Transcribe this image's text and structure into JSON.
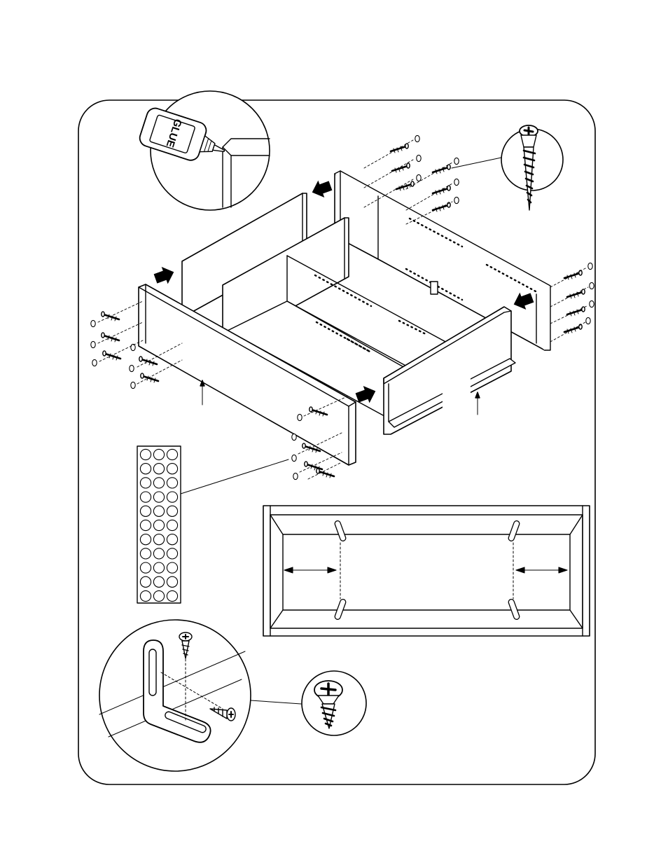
{
  "page": {
    "background": "#ffffff",
    "ink": "#000000"
  },
  "glue_bottle": {
    "label": "GLUE"
  },
  "icons": [
    "glue-bottle-icon",
    "wood-screw-icon",
    "phillips-screw-icon",
    "arrow-icon",
    "l-bracket-icon",
    "felt-pad-icon"
  ],
  "felt_pad_sheet": {
    "rows": 11,
    "cols": 3
  }
}
